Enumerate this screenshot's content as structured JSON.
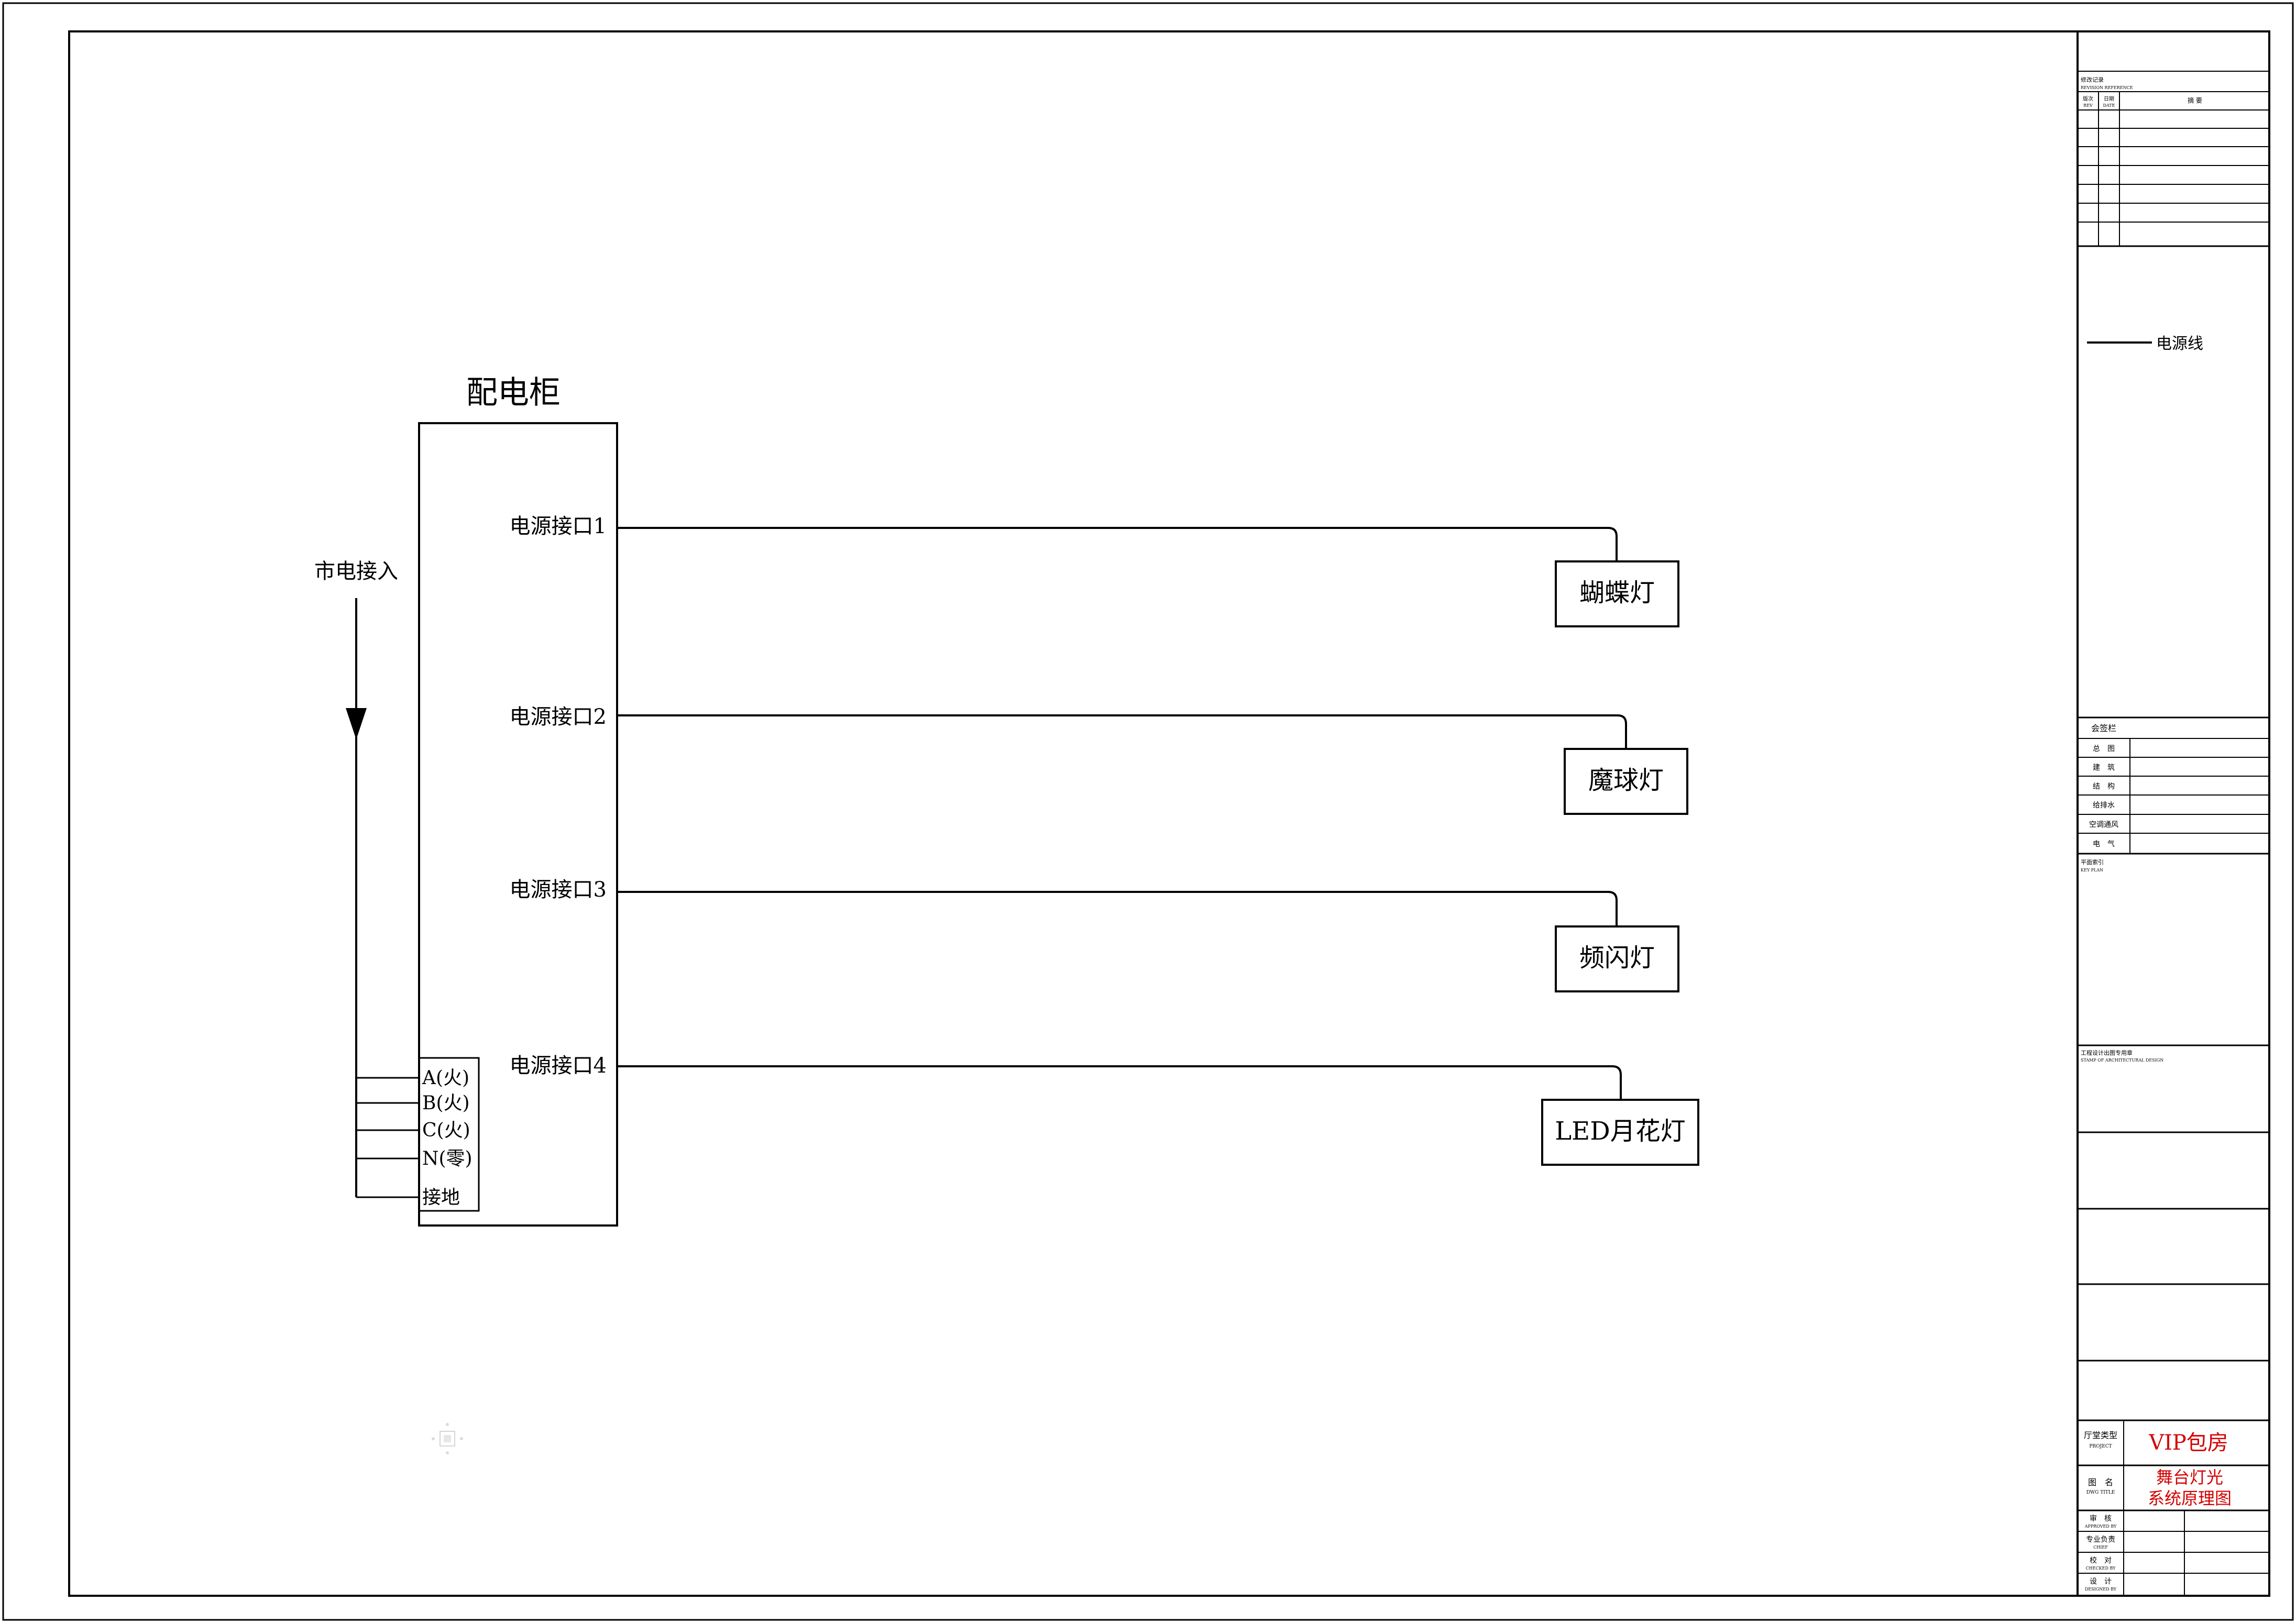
{
  "diagram": {
    "cabinet_title": "配电柜",
    "mains_label": "市电接入",
    "ports": [
      {
        "label": "电源接口1",
        "device": "蝴蝶灯"
      },
      {
        "label": "电源接口2",
        "device": "魔球灯"
      },
      {
        "label": "电源接口3",
        "device": "频闪灯"
      },
      {
        "label": "电源接口4",
        "device": "LED月花灯"
      }
    ],
    "terminals": [
      "A(火)",
      "B(火)",
      "C(火)",
      "N(零)",
      "接地"
    ]
  },
  "title_block": {
    "revision_header_cn": "修改记录",
    "revision_header_en": "REVISION REFERENCE",
    "rev_col_cn": "版次",
    "rev_col_en": "REV",
    "date_col_cn": "日期",
    "date_col_en": "DATE",
    "summary_col": "摘 要",
    "legend_label": "电源线",
    "sign_header": "会签栏",
    "sign_rows": [
      "总　图",
      "建　筑",
      "结　构",
      "给排水",
      "空调通风",
      "电　气"
    ],
    "keyplan_cn": "平面索引",
    "keyplan_en": "KEY PLAN",
    "stamp_cn": "工程设计出图专用章",
    "stamp_en": "STAMP OF ARCHITECTURAL DESIGN",
    "project_label_cn": "厅堂类型",
    "project_label_en": "PROJECT",
    "project_value": "VIP包房",
    "drawing_title_label_cn": "图　名",
    "drawing_title_label_en": "DWG TITLE",
    "drawing_title_line1": "舞台灯光",
    "drawing_title_line2": "系统原理图",
    "approved_cn": "审　核",
    "approved_en": "APPROVED BY",
    "chief_cn": "专业负责",
    "chief_en": "CHIEF",
    "checked_cn": "校　对",
    "checked_en": "CHECKED BY",
    "designed_cn": "设　计",
    "designed_en": "DESIGNED BY"
  },
  "colors": {
    "line": "#000000",
    "title_red": "#d40000"
  }
}
